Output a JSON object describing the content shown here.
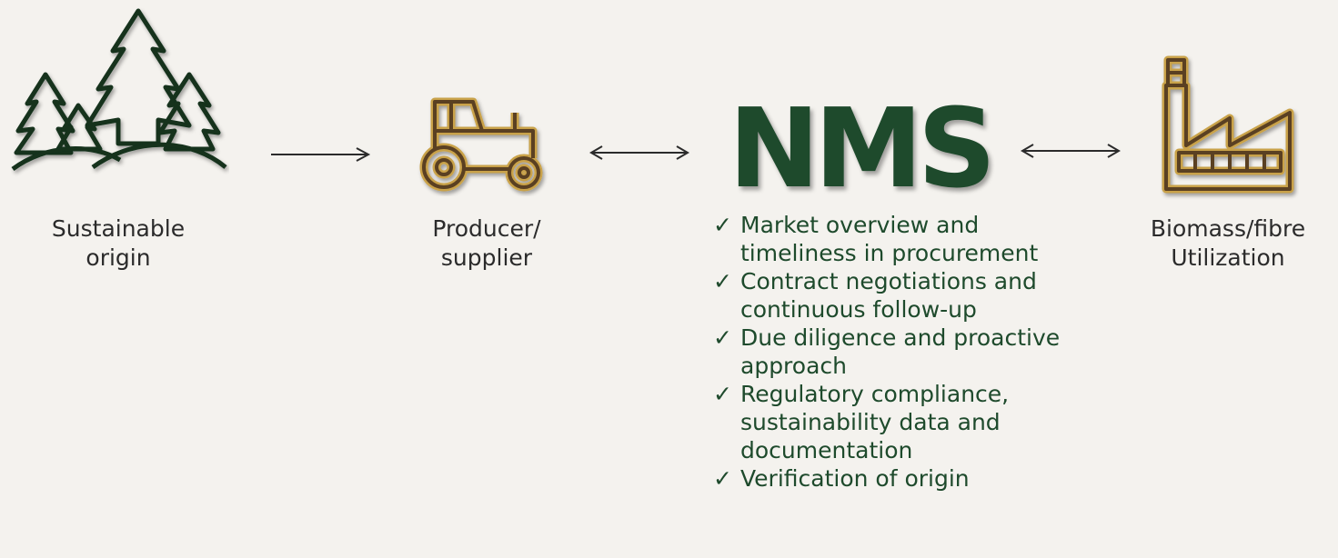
{
  "nodes": {
    "origin": {
      "label": "Sustainable\norigin"
    },
    "producer": {
      "label": "Producer/\nsupplier"
    },
    "nms": {
      "label": "NMS"
    },
    "utilization": {
      "label": "Biomass/fibre\nUtilization"
    }
  },
  "benefits": [
    "Market overview and\ntimeliness in procurement",
    "Contract negotiations and\ncontinuous follow-up",
    "Due diligence and proactive\napproach",
    "Regulatory compliance,\nsustainability data and\ndocumentation",
    "Verification of origin"
  ],
  "check_symbol": "✓",
  "colors": {
    "forest_green": "#1e4a2c",
    "tree_dark": "#12301c",
    "gold_outline": "#c9a24a",
    "icon_brown": "#5a4020",
    "background": "#f4f2ee"
  }
}
